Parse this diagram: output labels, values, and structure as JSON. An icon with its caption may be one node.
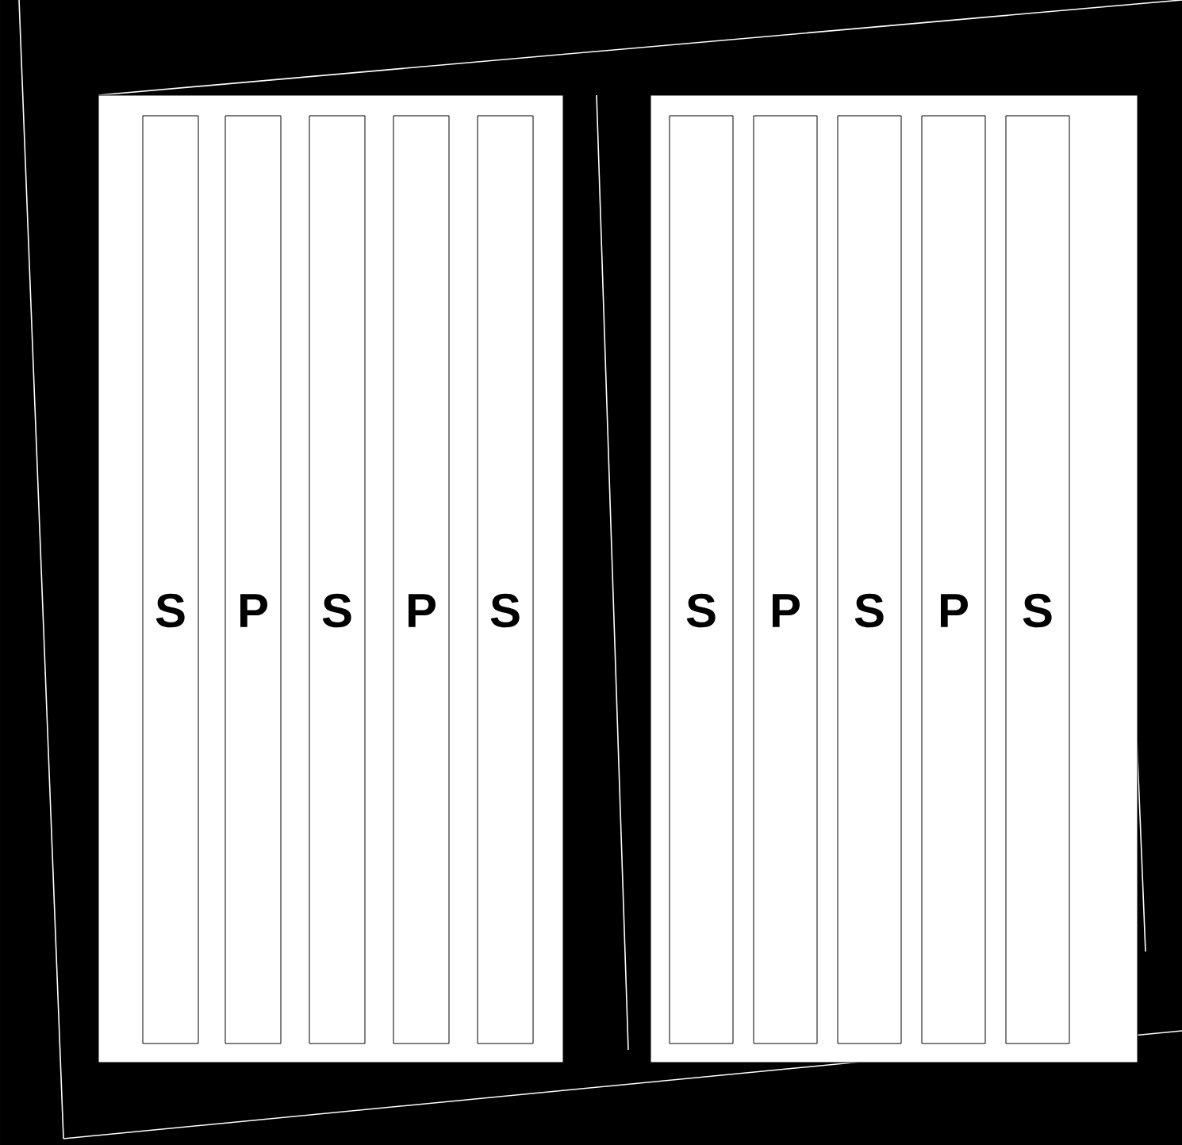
{
  "diagram": {
    "nodes": [
      {
        "text": [],
        "shape": "box"
      },
      {
        "text": [
          "S"
        ],
        "in": 0
      },
      {
        "text": [
          "P"
        ],
        "in": 0
      },
      {
        "text": [
          "S"
        ],
        "in": 0
      },
      {
        "text": [
          "P"
        ],
        "in": 0
      },
      {
        "text": [
          "S"
        ],
        "in": 0
      },
      {
        "text": [],
        "shape": "box"
      },
      {
        "text": [
          "S"
        ],
        "in": 6
      },
      {
        "text": [
          "P"
        ],
        "in": 6
      },
      {
        "text": [
          "S"
        ],
        "in": 6
      },
      {
        "text": [
          "P"
        ],
        "in": 6
      },
      {
        "text": [
          "S"
        ],
        "in": 6
      }
    ]
  }
}
